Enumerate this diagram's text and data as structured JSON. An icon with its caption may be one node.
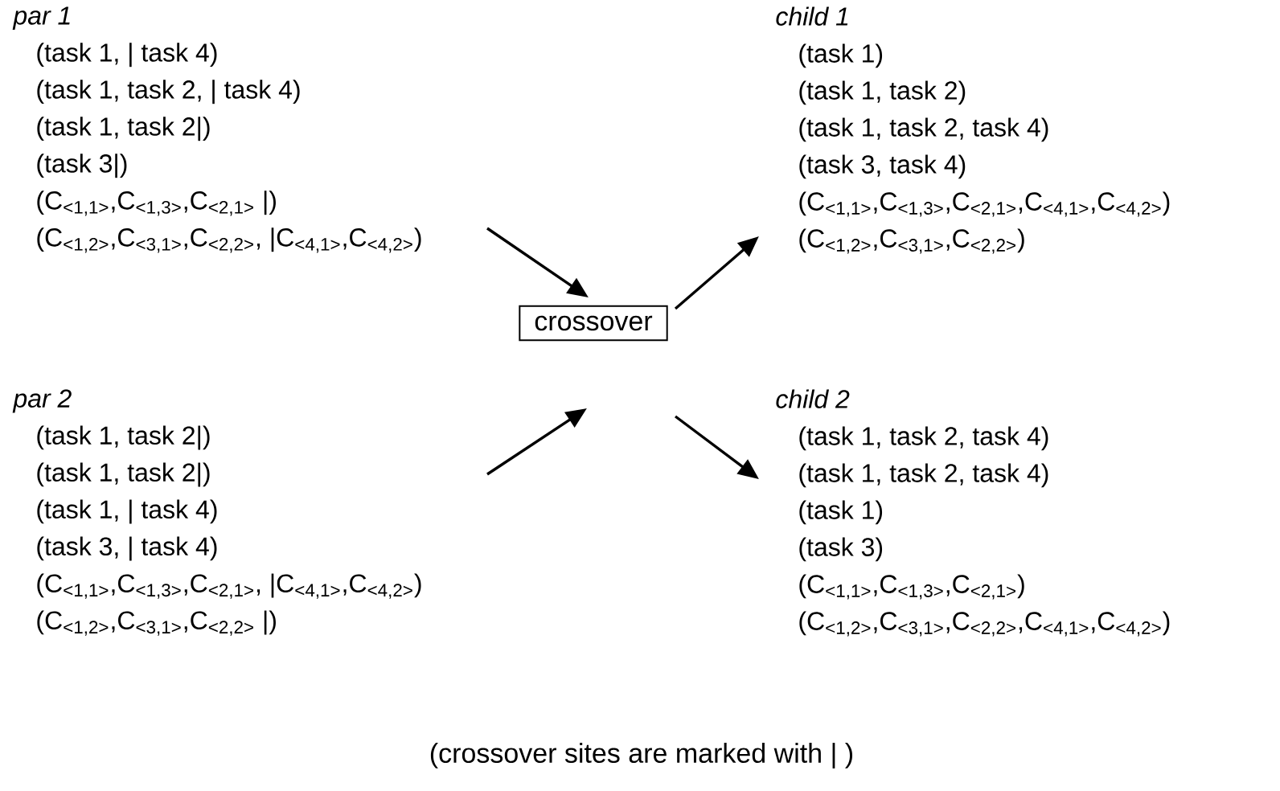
{
  "diagram": {
    "nodes": [
      {
        "text": [
          "par 1",
          "(task 1, | task 4)",
          "(task 1, task 2, | task 4)",
          "(task 1, task 2|)",
          "(task 3|)",
          "(C$_{<1,1>}$,C$_{<1,3>}$,C$_{<2,1>}$ |)",
          "(C$_{<1,2>}$,C$_{<3,1>}$,C$_{<2,2>}$, |C$_{<4,1>}$,C$_{<4,2>}$)"
        ]
      },
      {
        "text": [
          "child 1",
          "(task 1)",
          "(task 1, task 2)",
          "(task 1, task 2, task 4)",
          "(task 3, task 4)",
          "(C$_{<1,1>}$,C$_{<1,3>}$,C$_{<2,1>}$,C$_{<4,1>}$,C$_{<4,2>}$)",
          "(C$_{<1,2>}$,C$_{<3,1>}$,C$_{<2,2>}$)"
        ]
      },
      {
        "text": [
          "crossover"
        ]
      },
      {
        "text": [
          "par 2",
          "(task 1, task 2|)",
          "(task 1, task 2|)",
          "(task 1, | task 4)",
          "(task 3, | task 4)",
          "(C$_{<1,1>}$,C$_{<1,3>}$,C$_{<2,1>}$, |C$_{<4,1>}$,C$_{<4,2>}$)",
          "(C$_{<1,2>}$,C$_{<3,1>}$,C$_{<2,2>}$ |)"
        ]
      },
      {
        "text": [
          "child 2",
          "(task 1, task 2, task 4)",
          "(task 1, task 2, task 4)",
          "(task 1)",
          "(task 3)",
          "(C$_{<1,1>}$,C$_{<1,3>}$,C$_{<2,1>}$)",
          "(C$_{<1,2>}$,C$_{<3,1>}$,C$_{<2,2>}$,C$_{<4,1>}$,C$_{<4,2>}$)"
        ]
      }
    ],
    "edges": [
      {
        "from": 0,
        "to": 2,
        "arrow": "to"
      },
      {
        "from": 3,
        "to": 2,
        "arrow": "to"
      },
      {
        "from": 2,
        "to": 1,
        "arrow": "to"
      },
      {
        "from": 2,
        "to": 4,
        "arrow": "to"
      }
    ],
    "labels": [
      "(crossover sites are marked with | )"
    ]
  }
}
